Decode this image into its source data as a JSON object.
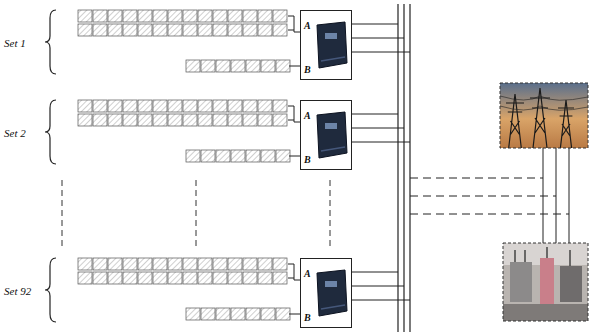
{
  "diagram": {
    "nodes": [
      {
        "text": [
          "A",
          "B"
        ]
      },
      {
        "text": [
          "A",
          "B"
        ]
      },
      {
        "text": [
          "A",
          "B"
        ]
      }
    ],
    "labels": [
      "Set 1",
      "Set 2",
      "Set 92"
    ]
  }
}
